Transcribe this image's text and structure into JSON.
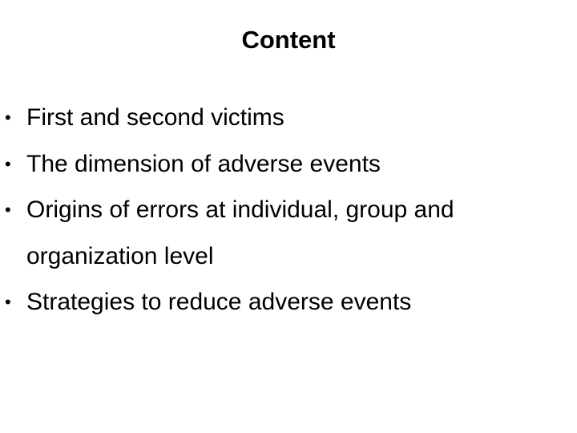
{
  "slide": {
    "title": "Content",
    "background_color": "#ffffff",
    "text_color": "#000000",
    "bullet_glyph": "•",
    "bullets": [
      {
        "text": "First and second victims"
      },
      {
        "text": "The dimension of adverse events"
      },
      {
        "text": "Origins of errors at individual, group and organization level"
      },
      {
        "text": "Strategies to reduce adverse events"
      }
    ]
  }
}
